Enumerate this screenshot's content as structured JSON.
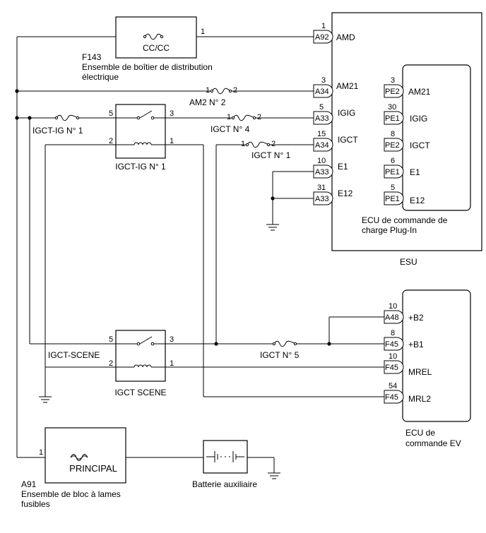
{
  "fuses": {
    "cc": "CC/CC",
    "am2_label": "AM2 N° 2",
    "igct4_label": "IGCT N° 4",
    "igct1_label": "IGCT N° 1",
    "igct5_label": "IGCT N° 5",
    "igctig_label": "IGCT-IG N° 1",
    "scene_label": "IGCT-SCENE",
    "principal": "PRINCIPAL"
  },
  "relays": {
    "igctig": "IGCT-IG N° 1",
    "scene": "IGCT SCENE"
  },
  "blocks": {
    "f143_code": "F143",
    "f143_line1": "Ensemble de boîtier de distribution",
    "f143_line2": "électrique",
    "a91_code": "A91",
    "a91_line1": "Ensemble de bloc à lames",
    "a91_line2": "fusibles",
    "battery": "Batterie auxiliaire",
    "esu": "ESU",
    "plugin_line1": "ECU de commande de",
    "plugin_line2": "charge Plug-In",
    "ev_line1": "ECU de",
    "ev_line2": "commande EV"
  },
  "esu_connectors": [
    {
      "num": "1",
      "conn": "A92",
      "sig": "AMD"
    },
    {
      "num": "3",
      "conn": "A34",
      "sig": "AM21"
    },
    {
      "num": "5",
      "conn": "A33",
      "sig": "IGIG"
    },
    {
      "num": "15",
      "conn": "A34",
      "sig": "IGCT"
    },
    {
      "num": "10",
      "conn": "A33",
      "sig": "E1"
    },
    {
      "num": "31",
      "conn": "A33",
      "sig": "E12"
    }
  ],
  "plugin_connectors": [
    {
      "num": "3",
      "conn": "PE2",
      "sig": "AM21"
    },
    {
      "num": "30",
      "conn": "PE1",
      "sig": "IGIG"
    },
    {
      "num": "8",
      "conn": "PE2",
      "sig": "IGCT"
    },
    {
      "num": "6",
      "conn": "PE1",
      "sig": "E1"
    },
    {
      "num": "5",
      "conn": "PE1",
      "sig": "E12"
    }
  ],
  "ev_connectors": [
    {
      "num": "10",
      "conn": "A48",
      "sig": "+B2"
    },
    {
      "num": "8",
      "conn": "F45",
      "sig": "+B1"
    },
    {
      "num": "10",
      "conn": "F45",
      "sig": "MREL"
    },
    {
      "num": "54",
      "conn": "F45",
      "sig": "MRL2"
    }
  ],
  "pins": {
    "one": "1",
    "two": "2",
    "three": "3",
    "five": "5"
  }
}
